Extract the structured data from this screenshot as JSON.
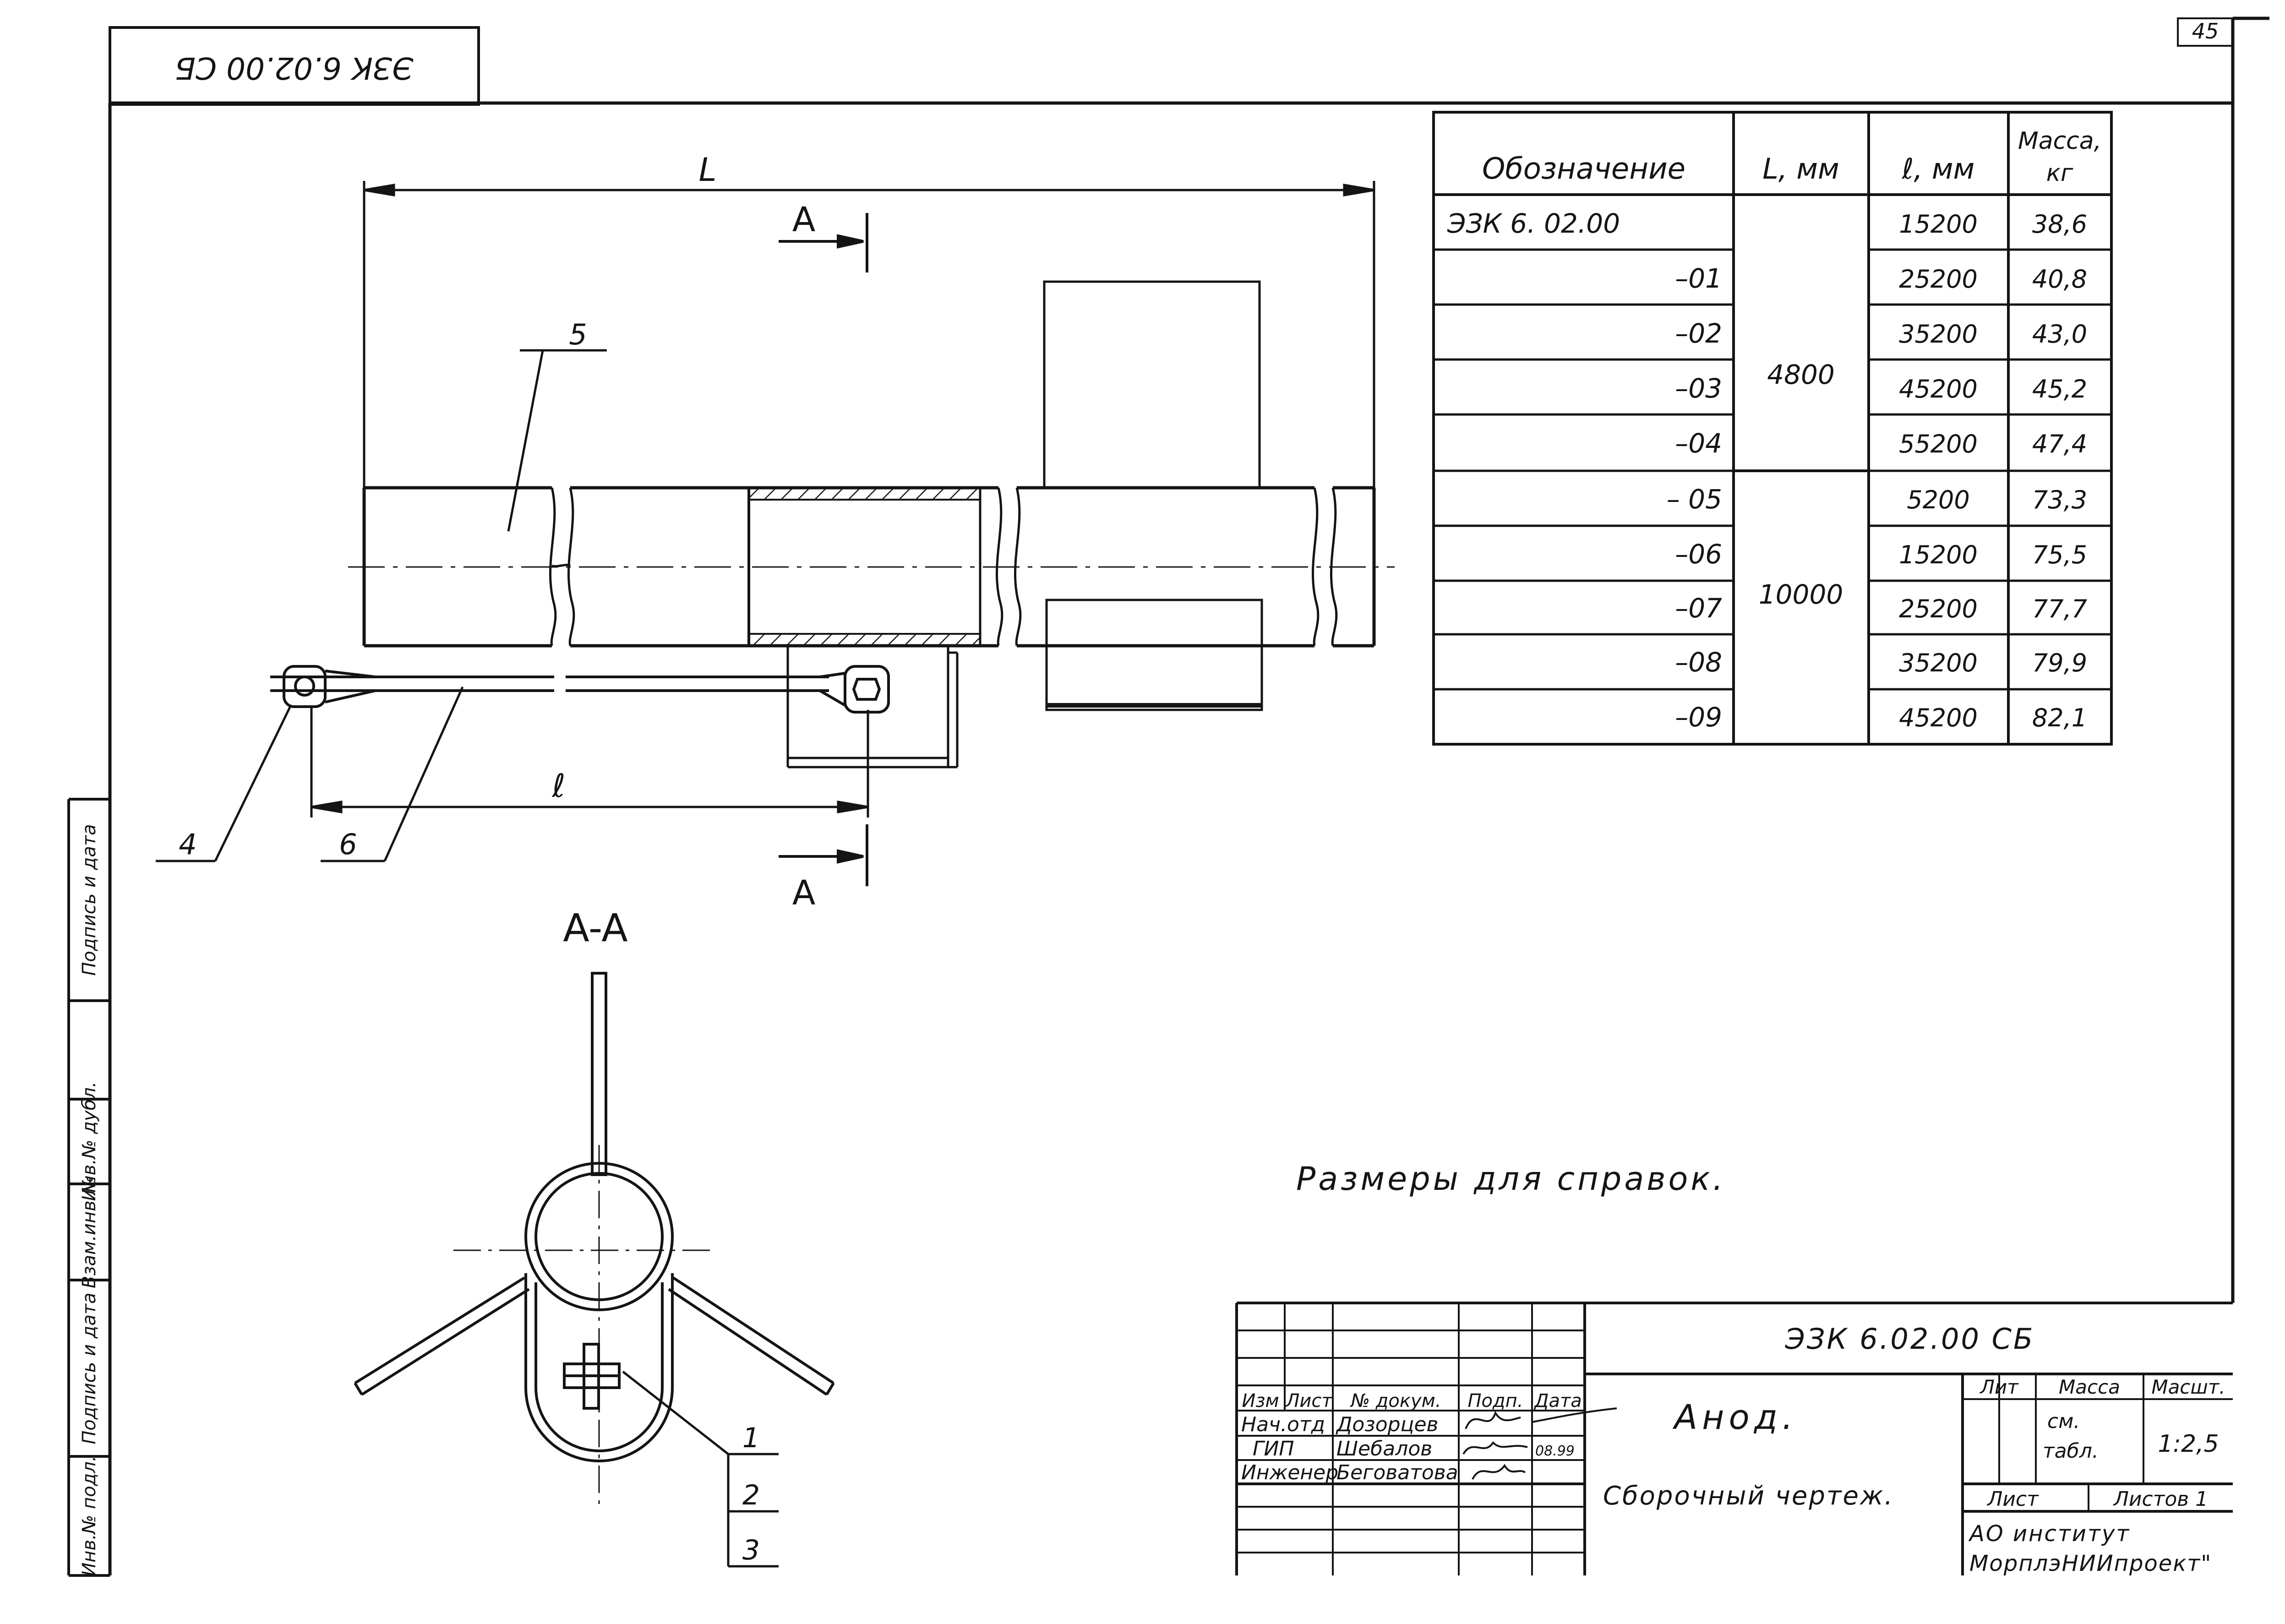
{
  "stamp_rotated": "ЭЗК 6.02.00 СБ",
  "page_number": "45",
  "dimensions": {
    "L": "L",
    "l": "ℓ"
  },
  "section": {
    "marker": "A",
    "title": "A-A"
  },
  "callouts": [
    "1",
    "2",
    "3",
    "4",
    "5",
    "6"
  ],
  "variants_table": {
    "headers": [
      "Обозначение",
      "L, мм",
      "ℓ, мм",
      "Масса,",
      "кг"
    ],
    "rows": [
      [
        "ЭЗК 6. 02.00",
        "15200",
        "38,6"
      ],
      [
        "–01",
        "25200",
        "40,8"
      ],
      [
        "–02",
        "35200",
        "43,0"
      ],
      [
        "–03",
        "45200",
        "45,2"
      ],
      [
        "–04",
        "55200",
        "47,4"
      ],
      [
        "– 05",
        "5200",
        "73,3"
      ],
      [
        "–06",
        "15200",
        "75,5"
      ],
      [
        "–07",
        "25200",
        "77,7"
      ],
      [
        "–08",
        "35200",
        "79,9"
      ],
      [
        "–09",
        "45200",
        "82,1"
      ]
    ],
    "L_values": [
      "4800",
      "10000"
    ]
  },
  "note": "Размеры для справок.",
  "title_block": {
    "designation": "ЭЗК 6.02.00 СБ",
    "name": "Анод.",
    "doc_type": "Сборочный чертеж.",
    "col_headers": [
      "Изм",
      "Лист",
      "№ докум.",
      "Подп.",
      "Дата"
    ],
    "staff": [
      {
        "role": "Нач.отд",
        "name": "Дозорцев"
      },
      {
        "role": "ГИП",
        "name": "Шебалов"
      },
      {
        "role": "Инженер",
        "name": "Беговатова"
      }
    ],
    "date": "08.99",
    "lit_label": "Лит",
    "mass_label": "Масса",
    "scale_label": "Масшт.",
    "mass_value": [
      "см.",
      "табл."
    ],
    "scale_value": "1:2,5",
    "sheet_label": "Лист",
    "sheets_label": "Листов 1",
    "org_line1": "АО институт",
    "org_line2": "МорплэНИИпроект\""
  },
  "side_stamp": [
    "Инв.№ подл.",
    "Подпись и дата",
    "Взам.инв.№",
    "Инв.№ дубл.",
    "Подпись и дата"
  ]
}
